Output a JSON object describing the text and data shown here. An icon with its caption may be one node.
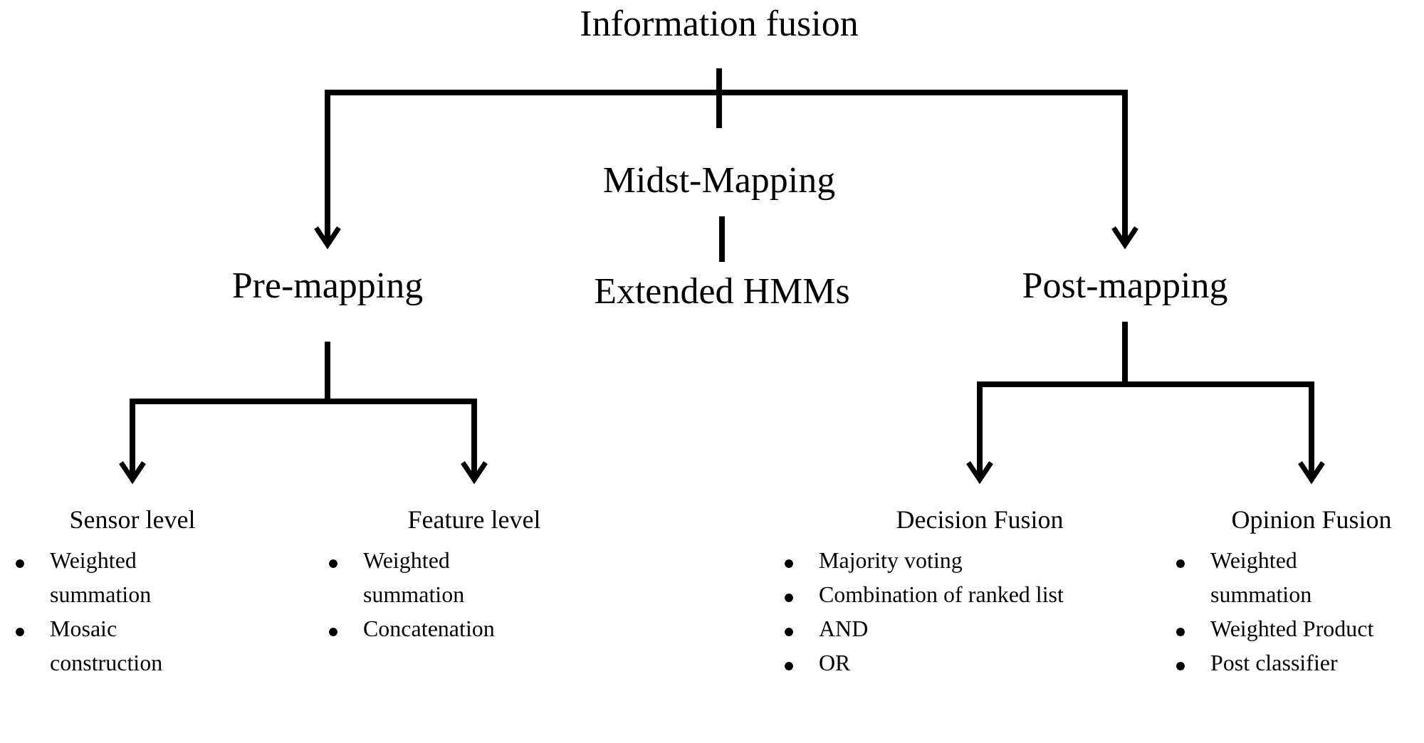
{
  "diagram": {
    "nodes": [
      {
        "text": [
          "Information fusion"
        ]
      },
      {
        "text": [
          "Midst-Mapping"
        ]
      },
      {
        "text": [
          "Pre-mapping"
        ]
      },
      {
        "text": [
          "Extended HMMs"
        ]
      },
      {
        "text": [
          "Post-mapping"
        ]
      },
      {
        "text": [
          "Sensor level",
          "Weighted summation",
          "Mosaic construction"
        ]
      },
      {
        "text": [
          "Feature level",
          "Weighted summation",
          "Concatenation"
        ]
      },
      {
        "text": [
          "Decision Fusion",
          "Majority voting",
          "Combination of ranked list",
          "AND",
          "OR"
        ]
      },
      {
        "text": [
          "Opinion Fusion",
          "Weighted summation",
          "Weighted Product",
          "Post classifier"
        ]
      }
    ],
    "edges": [
      {
        "from": 0,
        "to": 1,
        "arrow": "none"
      },
      {
        "from": 0,
        "to": 2,
        "arrow": "to"
      },
      {
        "from": 0,
        "to": 4,
        "arrow": "to"
      },
      {
        "from": 1,
        "to": 3,
        "arrow": "none"
      },
      {
        "from": 2,
        "to": 5,
        "arrow": "to"
      },
      {
        "from": 2,
        "to": 6,
        "arrow": "to"
      },
      {
        "from": 4,
        "to": 7,
        "arrow": "to"
      },
      {
        "from": 4,
        "to": 8,
        "arrow": "to"
      }
    ]
  }
}
